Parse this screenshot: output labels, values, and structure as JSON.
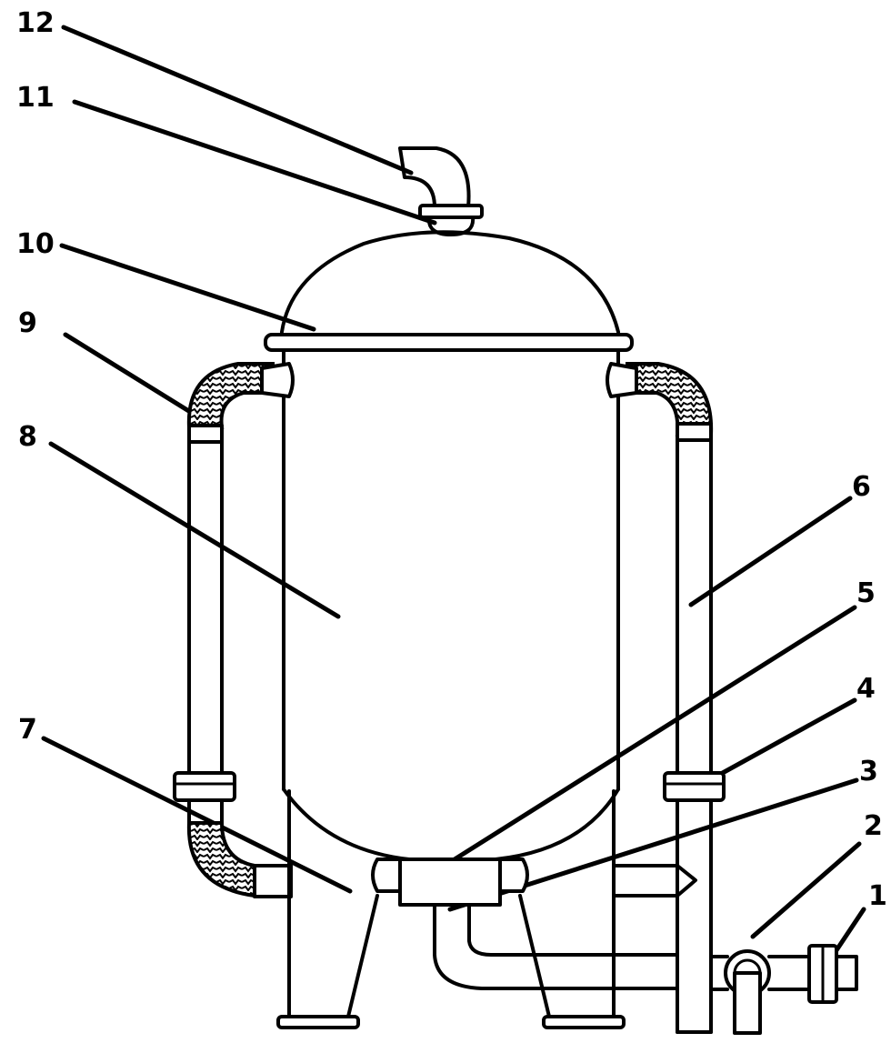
{
  "callouts": [
    {
      "id": "1",
      "text": "1"
    },
    {
      "id": "2",
      "text": "2"
    },
    {
      "id": "3",
      "text": "3"
    },
    {
      "id": "4",
      "text": "4"
    },
    {
      "id": "5",
      "text": "5"
    },
    {
      "id": "6",
      "text": "6"
    },
    {
      "id": "7",
      "text": "7"
    },
    {
      "id": "8",
      "text": "8"
    },
    {
      "id": "9",
      "text": "9"
    },
    {
      "id": "10",
      "text": "10"
    },
    {
      "id": "11",
      "text": "11"
    },
    {
      "id": "12",
      "text": "12"
    }
  ],
  "style": {
    "ink": "#000000",
    "paper": "#ffffff"
  }
}
